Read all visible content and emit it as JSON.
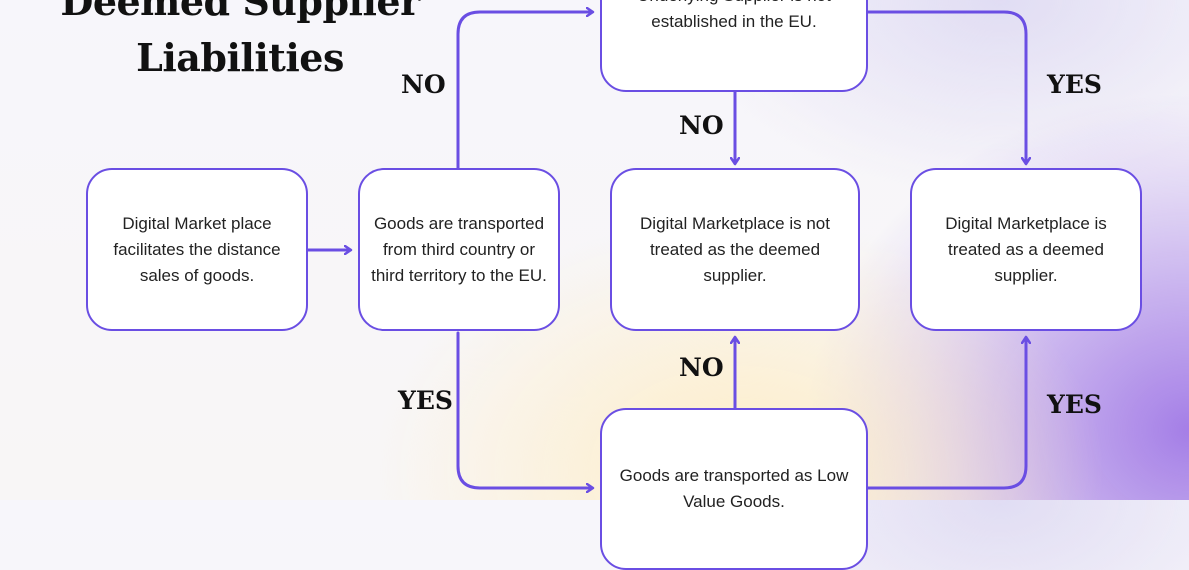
{
  "title": {
    "line1": "Deemed Supplier",
    "line2": "Liabilities"
  },
  "boxes": {
    "start": "Digital Market place facilitates the distance sales of goods.",
    "transported": "Goods are transported from third country or third territory to the EU.",
    "underlying": "Underlying Supplier is not established in the EU.",
    "not_deemed": "Digital Marketplace is not treated as the deemed supplier.",
    "deemed": "Digital Marketplace is treated as a deemed supplier.",
    "low_value": "Goods are transported as Low Value Goods."
  },
  "labels": {
    "no_top_left": "NO",
    "no_middle": "NO",
    "yes_top_right": "YES",
    "yes_bottom_left": "YES",
    "no_bottom_middle": "NO",
    "yes_bottom_right": "YES"
  },
  "colors": {
    "accent": "#6a4ee3"
  }
}
